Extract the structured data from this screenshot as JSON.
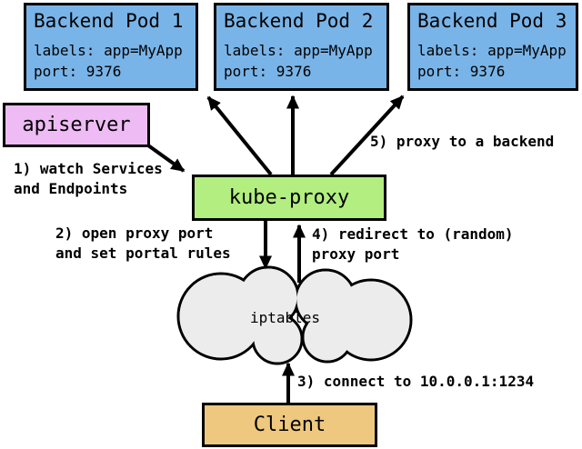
{
  "colors": {
    "pod": "#79b4e8",
    "apiserver": "#eebbf4",
    "kube_proxy": "#b2ee80",
    "client": "#eec87e",
    "cloud": "#ececec",
    "line": "#000000",
    "background": "#ffffff"
  },
  "pods": [
    {
      "title": "Backend Pod 1",
      "labels_line": "labels: app=MyApp",
      "port_line": "port: 9376"
    },
    {
      "title": "Backend Pod 2",
      "labels_line": "labels: app=MyApp",
      "port_line": "port: 9376"
    },
    {
      "title": "Backend Pod 3",
      "labels_line": "labels: app=MyApp",
      "port_line": "port: 9376"
    }
  ],
  "nodes": {
    "apiserver": "apiserver",
    "kube_proxy": "kube-proxy",
    "iptables": "iptables",
    "client": "Client"
  },
  "annotations": {
    "step1": "1) watch Services\nand Endpoints",
    "step2": "2) open proxy port\nand set portal rules",
    "step3": "3) connect to 10.0.0.1:1234",
    "step4": "4) redirect to (random)\nproxy port",
    "step5": "5) proxy to a backend"
  }
}
